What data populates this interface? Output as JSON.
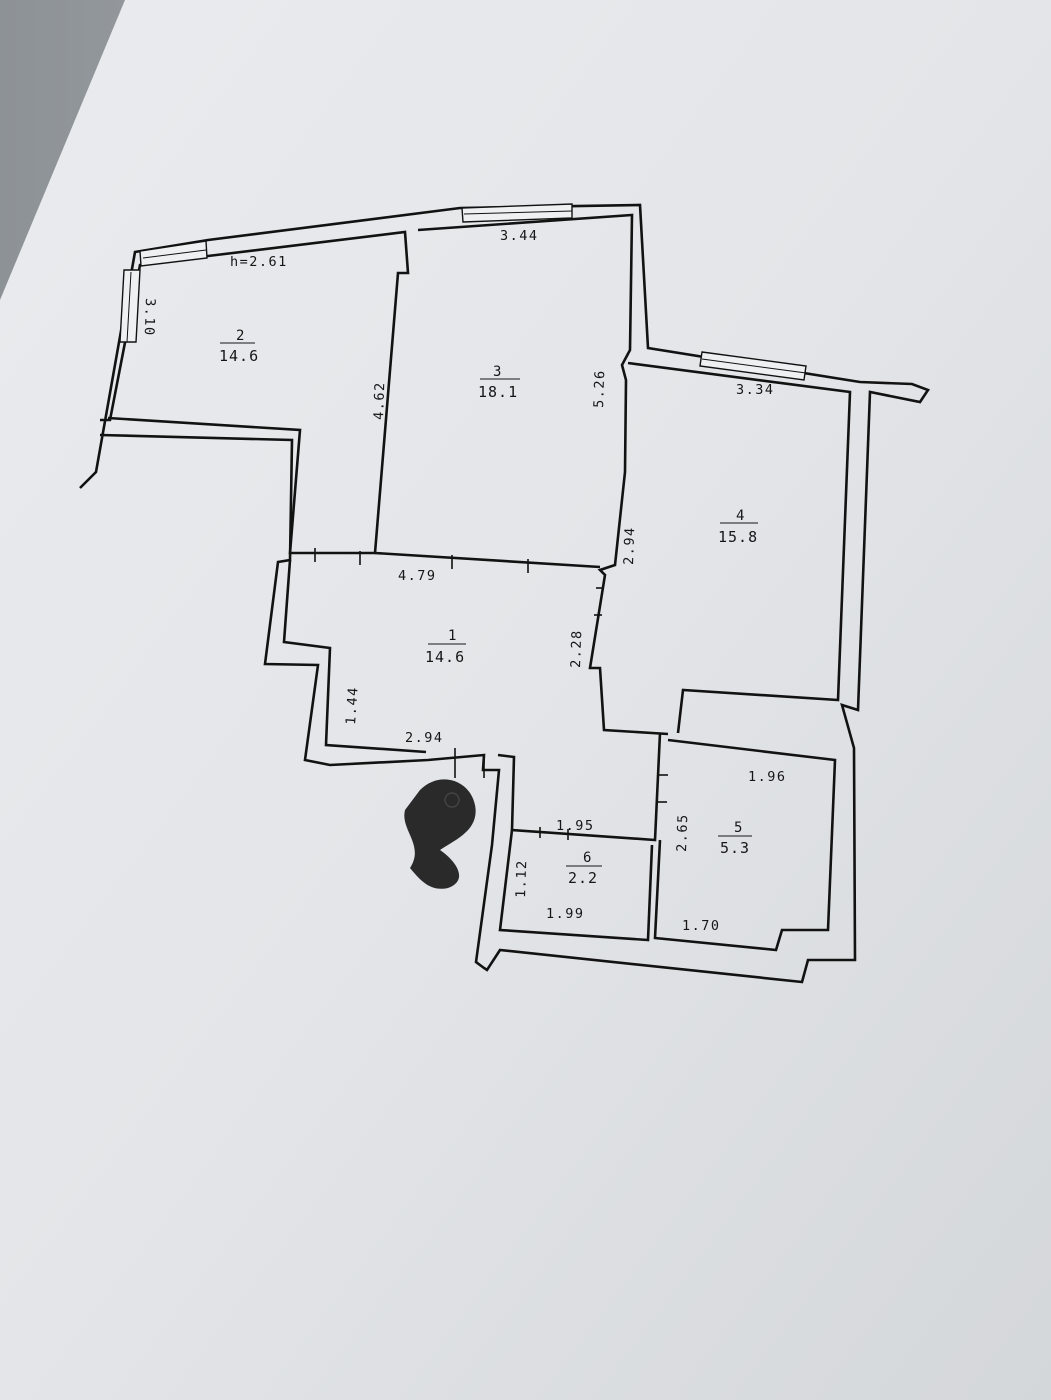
{
  "plan": {
    "ceiling_height": "h=2.61",
    "rooms": [
      {
        "id": "room-1",
        "number": "1",
        "area": "14.6"
      },
      {
        "id": "room-2",
        "number": "2",
        "area": "14.6"
      },
      {
        "id": "room-3",
        "number": "3",
        "area": "18.1"
      },
      {
        "id": "room-4",
        "number": "4",
        "area": "15.8"
      },
      {
        "id": "room-5",
        "number": "5",
        "area": "5.3"
      },
      {
        "id": "room-6",
        "number": "6",
        "area": "2.2"
      }
    ],
    "dimensions": {
      "room2_left": "3.10",
      "room2_right": "4.62",
      "room3_top": "3.44",
      "room3_right": "5.26",
      "room4_top": "3.34",
      "room4_left": "2.94",
      "hall_top": "4.79",
      "hall_right": "2.28",
      "hall_left": "1.44",
      "hall_bottom": "2.94",
      "room6_top": "1.95",
      "room6_left": "1.12",
      "room6_bottom": "1.99",
      "room5_top": "1.96",
      "room5_left": "2.65",
      "room5_bottom": "1.70"
    }
  }
}
